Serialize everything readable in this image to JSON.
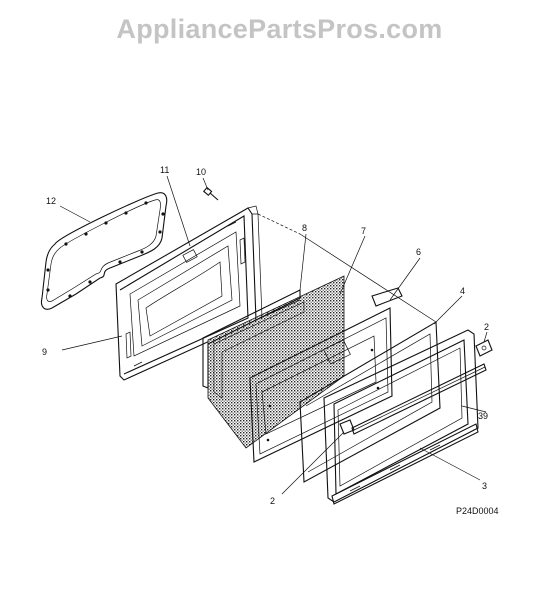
{
  "watermark": "AppliancePartsPros.com",
  "diagram_code": "P24D0004",
  "callouts": {
    "c12": "12",
    "c11": "11",
    "c10": "10",
    "c9": "9",
    "c8": "8",
    "c7": "7",
    "c6": "6",
    "c4": "4",
    "c2a": "2",
    "c39": "39",
    "c2b": "2",
    "c3": "3"
  }
}
